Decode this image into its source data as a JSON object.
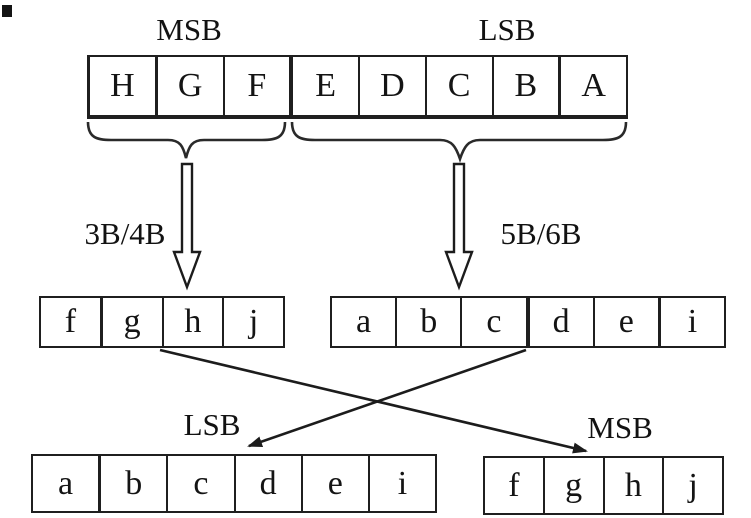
{
  "figure": {
    "corner_mark": "",
    "top": {
      "msb_label": "MSB",
      "lsb_label": "LSB",
      "byte_cells": [
        "H",
        "G",
        "F",
        "E",
        "D",
        "C",
        "B",
        "A"
      ],
      "left_encoder_label": "3B/4B",
      "right_encoder_label": "5B/6B"
    },
    "middle": {
      "left_cells": [
        "f",
        "g",
        "h",
        "j"
      ],
      "right_cells": [
        "a",
        "b",
        "c",
        "d",
        "e",
        "i"
      ]
    },
    "bottom": {
      "lsb_label": "LSB",
      "msb_label": "MSB",
      "left_cells": [
        "a",
        "b",
        "c",
        "d",
        "e",
        "i"
      ],
      "right_cells": [
        "f",
        "g",
        "h",
        "j"
      ]
    },
    "colors": {
      "line": "#1f1f1f",
      "background": "#ffffff",
      "text": "#141414"
    }
  }
}
